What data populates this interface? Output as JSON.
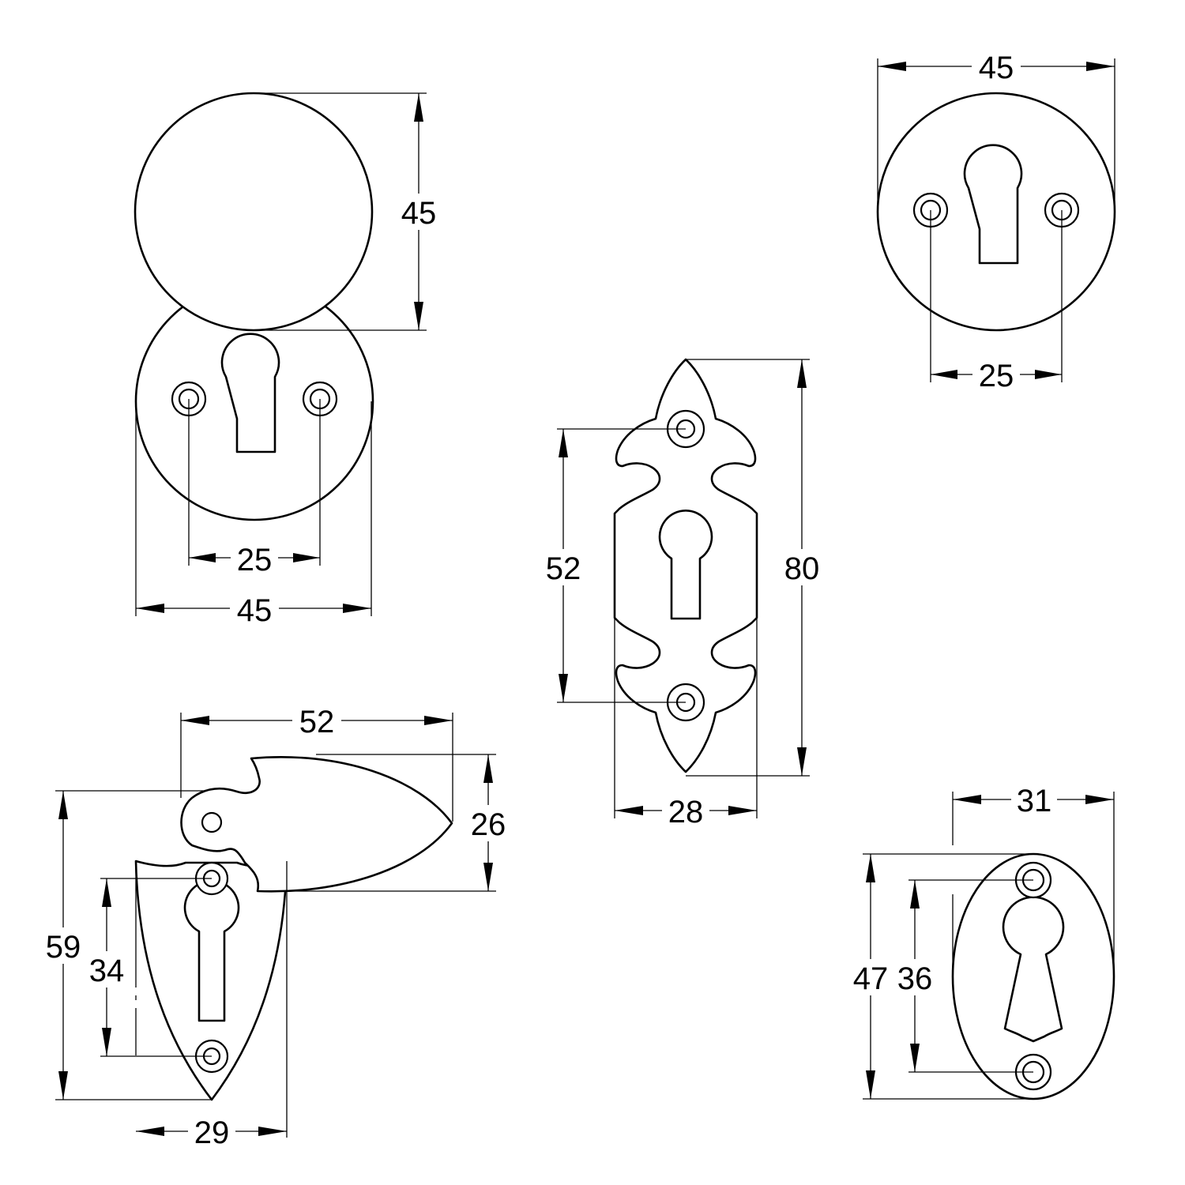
{
  "drawing": {
    "round_cover": {
      "height": "45",
      "hole_spacing": "25",
      "width": "45"
    },
    "round_plate": {
      "width": "45",
      "hole_spacing": "25"
    },
    "gothic_plate": {
      "hole_spacing": "52",
      "height": "80",
      "width": "28"
    },
    "shield_cover": {
      "width": "52",
      "cover_height": "26",
      "height": "59",
      "hole_spacing": "34",
      "plate_width": "29"
    },
    "oval_plate": {
      "width": "31",
      "height": "47",
      "hole_spacing": "36"
    }
  },
  "colors": {
    "line": "#000000",
    "background": "#ffffff"
  }
}
